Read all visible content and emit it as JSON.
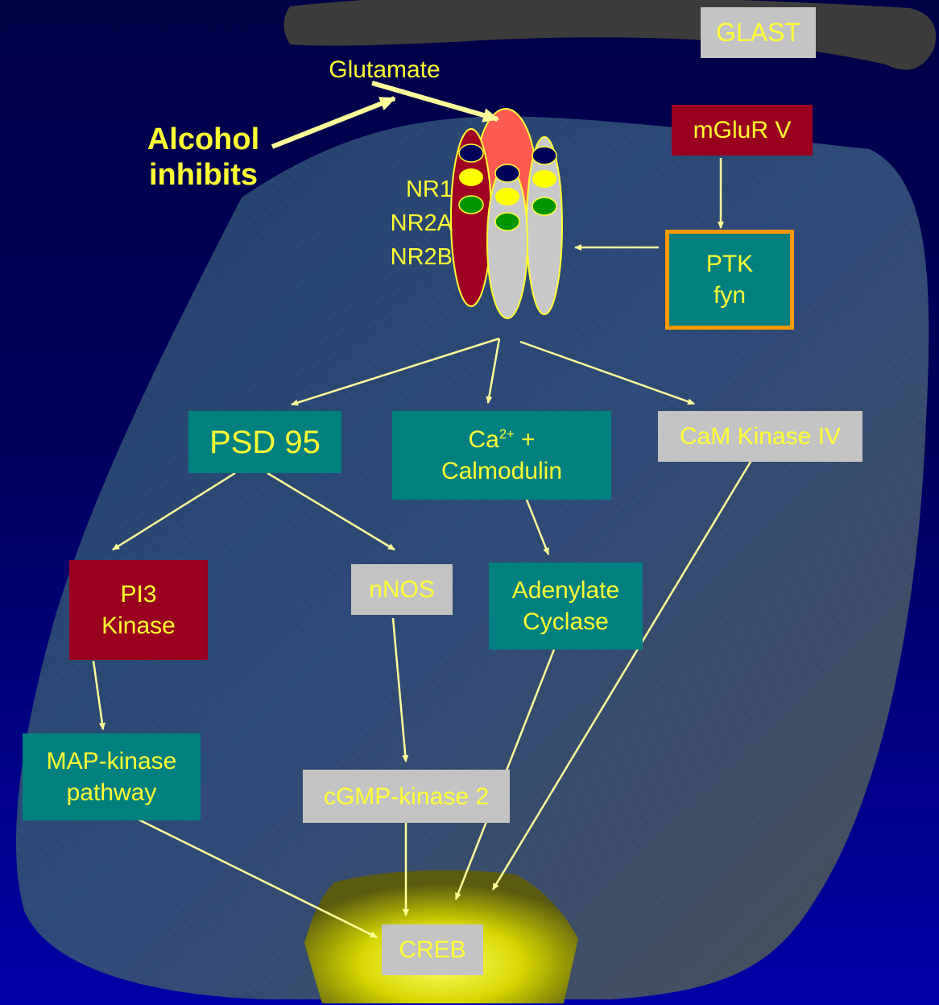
{
  "labels": {
    "glast": "GLAST",
    "glutamate": "Glutamate",
    "alcohol_line1": "Alcohol",
    "alcohol_line2": "inhibits",
    "nr1": "NR1",
    "nr2a": "NR2A",
    "nr2b": "NR2B",
    "mglur": "mGluR V",
    "ptk_line1": "PTK",
    "ptk_line2": "fyn",
    "psd95": "PSD 95",
    "ca_prefix": "Ca",
    "ca_sup": "2+",
    "ca_suffix": " +",
    "calmodulin": "Calmodulin",
    "camk": "CaM Kinase IV",
    "pi3_line1": "PI3",
    "pi3_line2": "Kinase",
    "nnos": "nNOS",
    "adenylate_line1": "Adenylate",
    "adenylate_line2": "Cyclase",
    "map_line1": "MAP-kinase",
    "map_line2": "pathway",
    "cgmp": "cGMP-kinase 2",
    "creb": "CREB"
  },
  "colors": {
    "background_top": "#000048",
    "background_bottom": "#0000a8",
    "cell_body": "#2b3a5a",
    "text_yellow": "#ffff33",
    "teal_box": "#00807f",
    "red_box": "#99001f",
    "grey_box": "#c3c3c3",
    "ptk_border": "#ff9900",
    "arrow": "#ffff99"
  }
}
